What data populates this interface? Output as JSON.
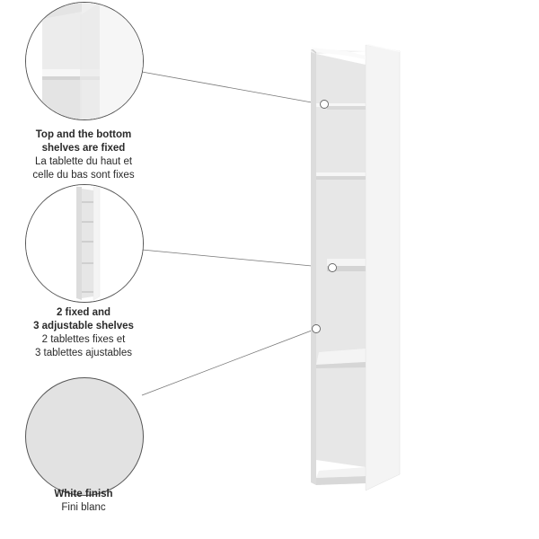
{
  "callouts": [
    {
      "title_lines": [
        "Top and the bottom",
        "shelves are fixed"
      ],
      "subtitle_lines": [
        "La tablette du haut et",
        "celle du bas sont fixes"
      ]
    },
    {
      "title_lines": [
        "2 fixed and",
        "3 adjustable shelves"
      ],
      "subtitle_lines": [
        "2 tablettes fixes et",
        "3 tablettes ajustables"
      ]
    },
    {
      "title_lines": [
        "White finish"
      ],
      "subtitle_lines": [
        "Fini blanc"
      ]
    }
  ],
  "colors": {
    "panel_light": "#f4f4f4",
    "panel_mid": "#e6e6e6",
    "panel_dark": "#d2d2d2",
    "finish_swatch": "#e2e2e2",
    "line": "#777777"
  }
}
